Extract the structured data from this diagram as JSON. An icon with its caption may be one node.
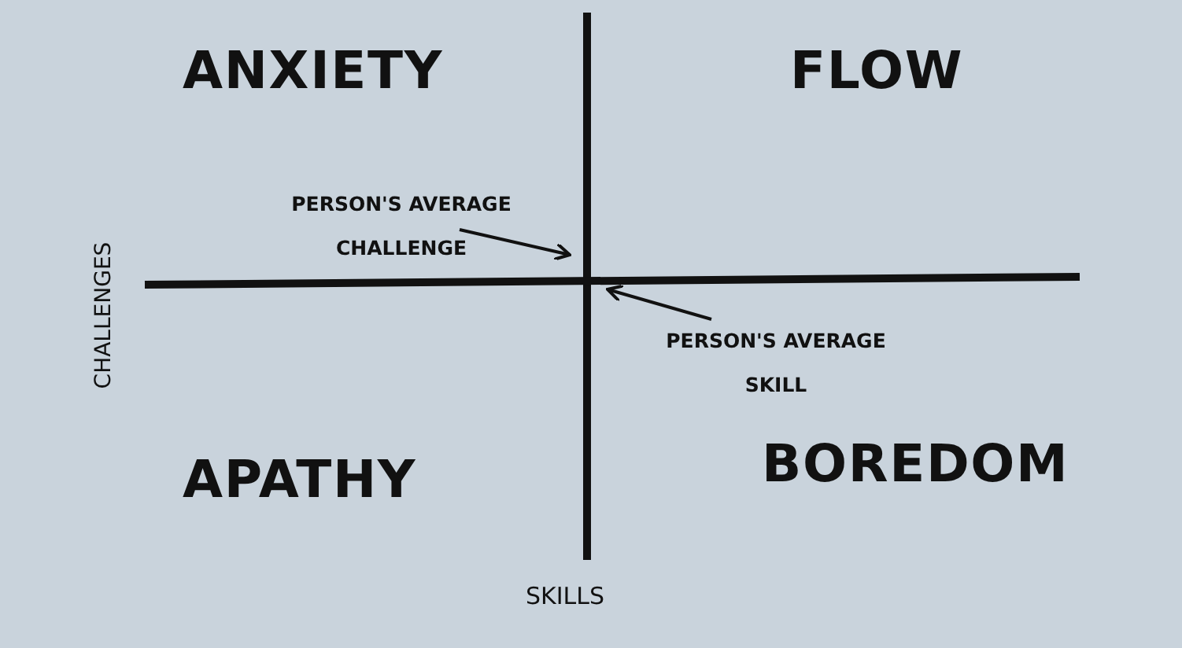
{
  "diagram": {
    "nodes": [
      {
        "text": [
          "PERSON'S AVERAGE CHALLENGE"
        ]
      },
      {
        "text": [
          "PERSON'S AVERAGE SKILL"
        ]
      }
    ],
    "edges": [
      {
        "from": 0,
        "to": null,
        "arrow": "to"
      },
      {
        "from": 1,
        "to": null,
        "arrow": "to"
      }
    ],
    "labels": [
      "ANXIETY",
      "FLOW",
      "CHALLENGES",
      "APATHY",
      "BOREDOM",
      "SKILLS"
    ]
  }
}
